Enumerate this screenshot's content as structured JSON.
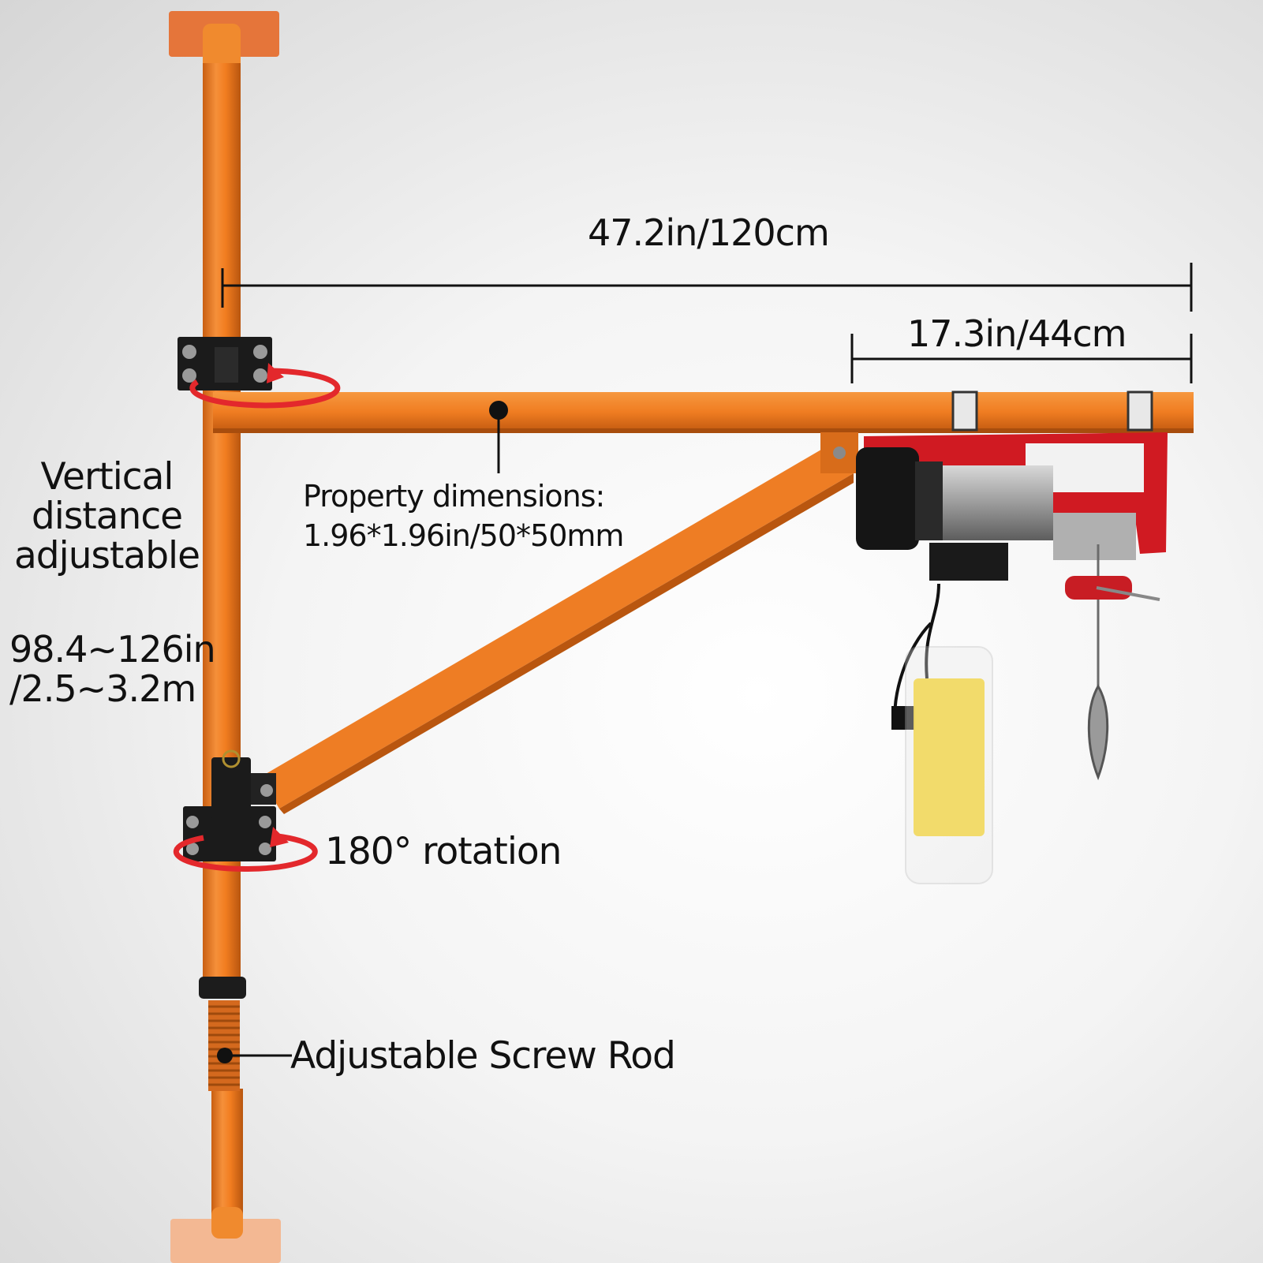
{
  "labels": {
    "total_width": "47.2in/120cm",
    "hoist_width": "17.3in/44cm",
    "profile_title": "Property dimensions:",
    "profile_value": "1.96*1.96in/50*50mm",
    "vertical_line1": "Vertical",
    "vertical_line2": "distance",
    "vertical_line3": "adjustable",
    "range_line1": "98.4~126in",
    "range_line2": "/2.5~3.2m",
    "rotation": "180° rotation",
    "screw_rod": "Adjustable Screw Rod"
  },
  "colors": {
    "frame_orange": "#f07d22",
    "frame_dark": "#c85e10",
    "hoist_red": "#d01a22",
    "clamp_black": "#1b1b1b",
    "rotation_arrow": "#e3282c",
    "controller_yellow": "#f7d21c"
  }
}
